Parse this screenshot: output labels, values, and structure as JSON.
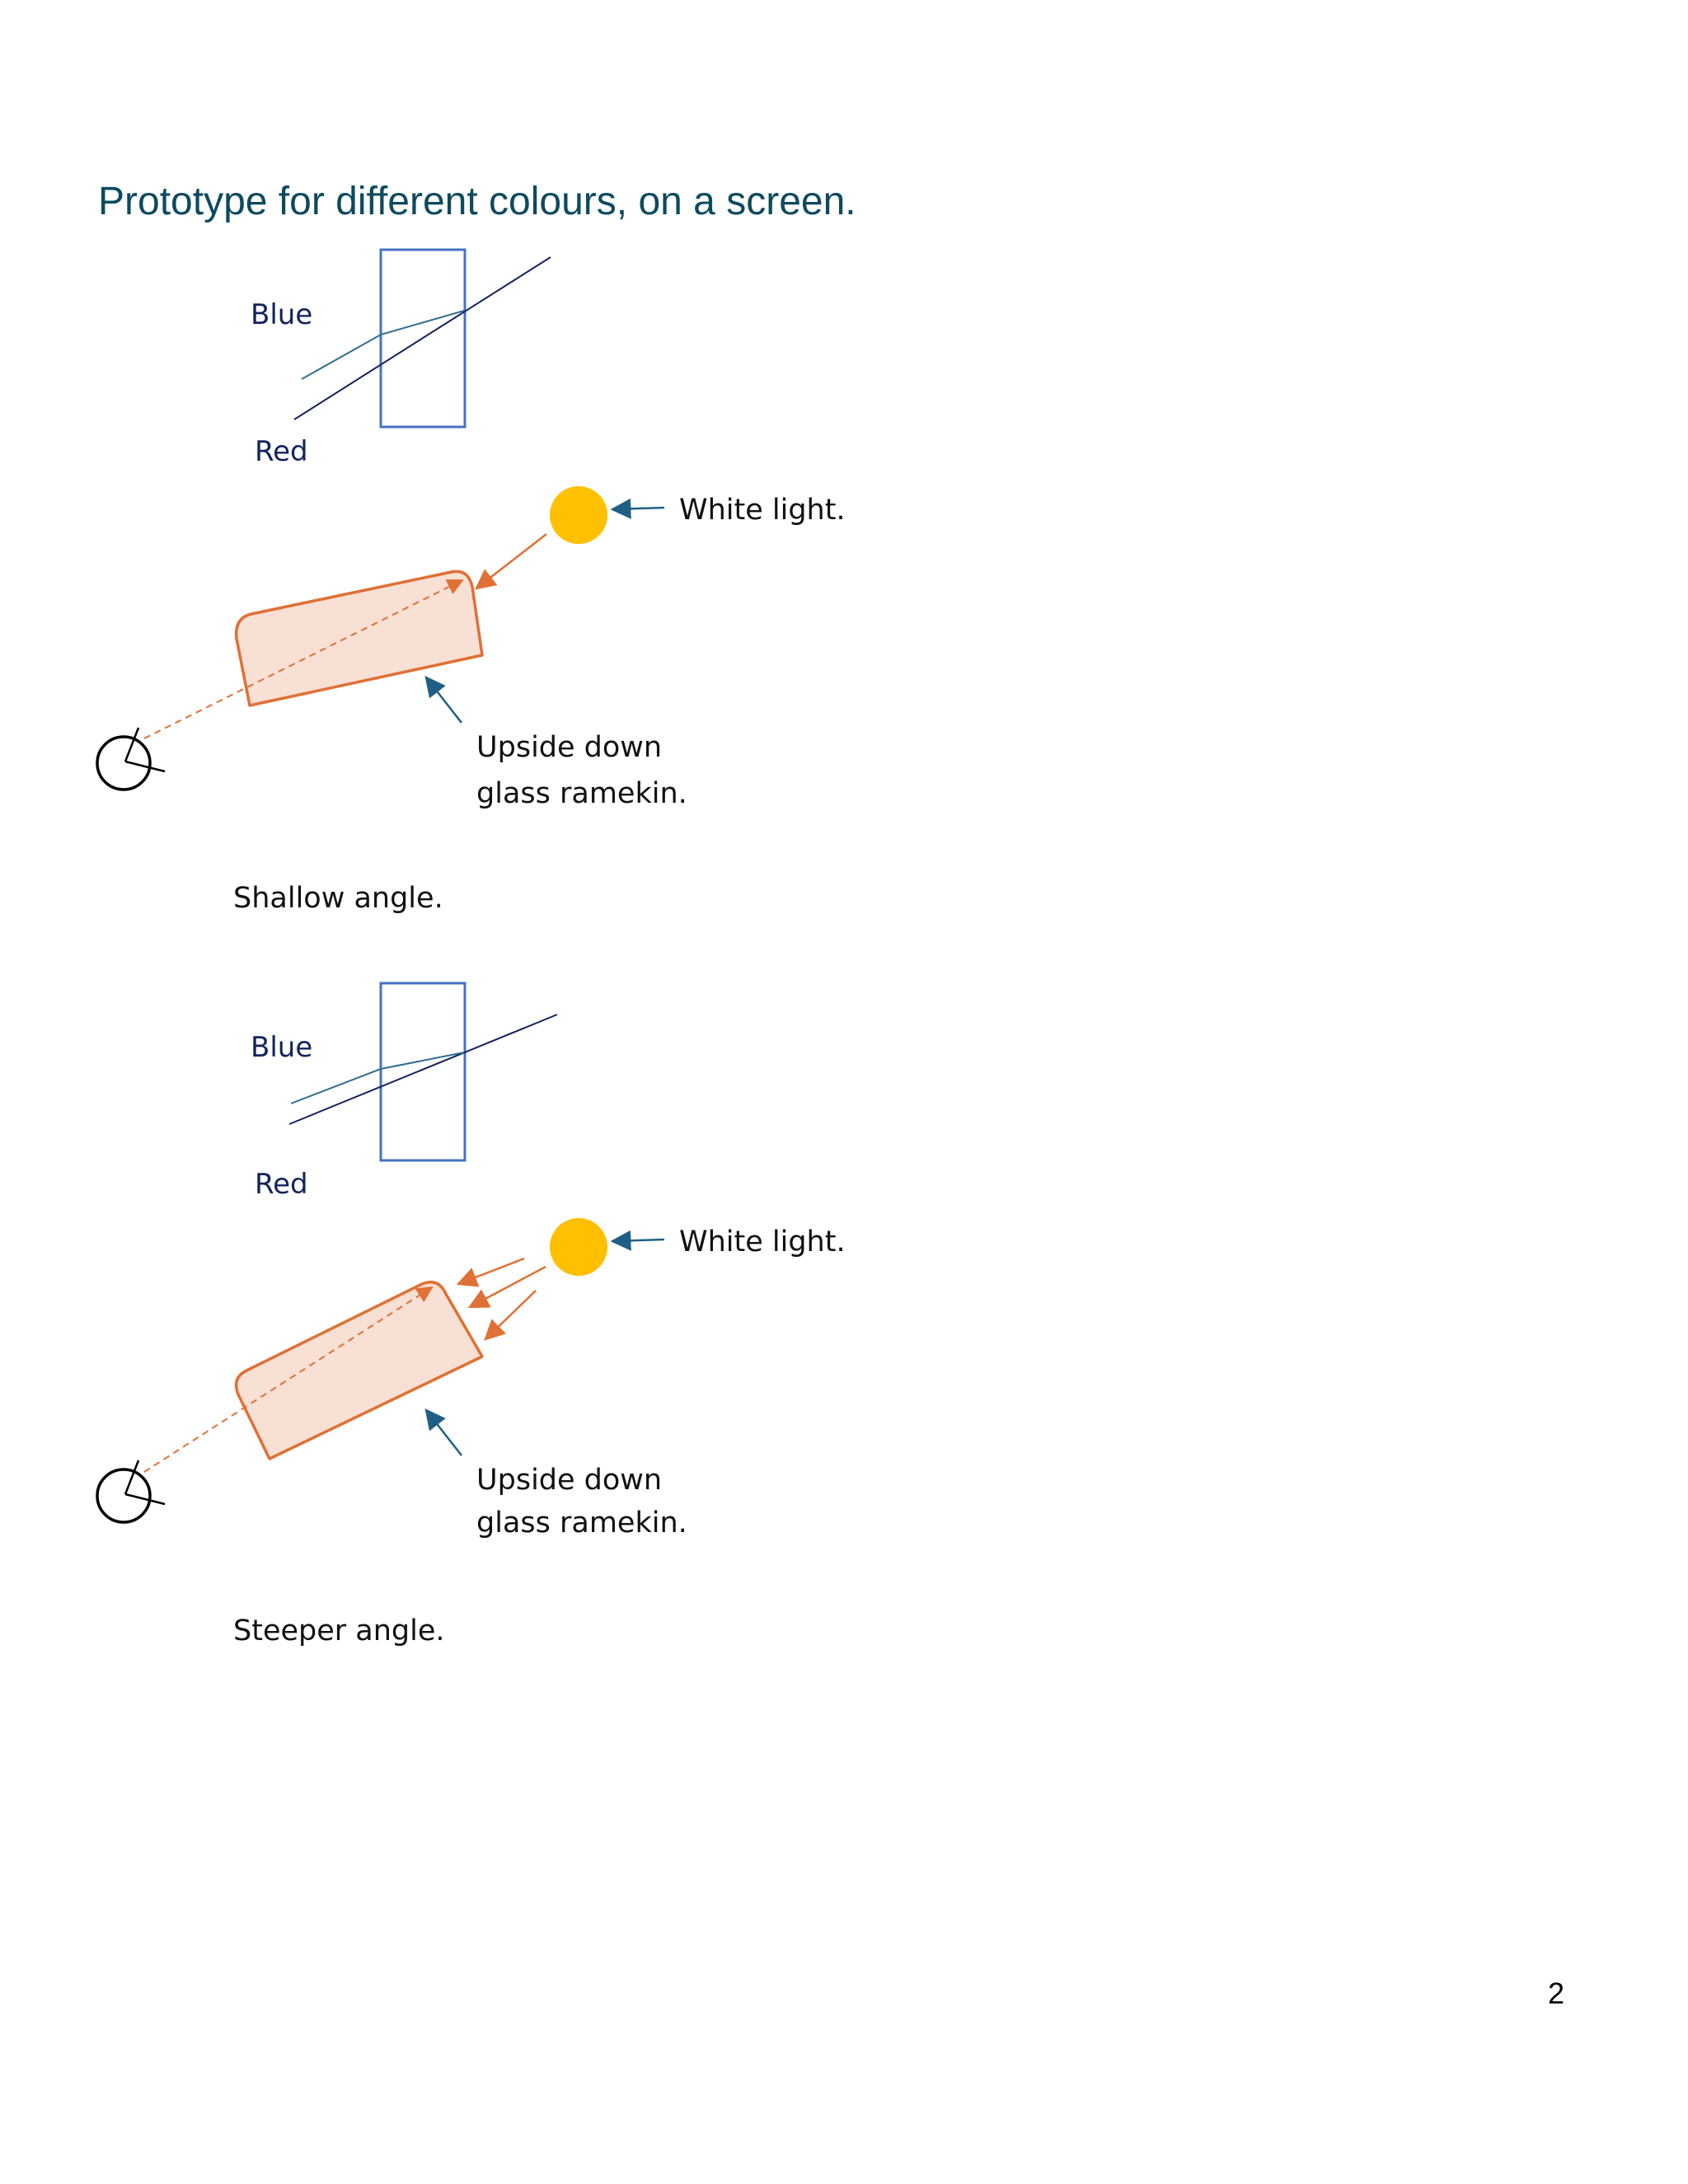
{
  "page": {
    "title": "Prototype for different colours, on a screen.",
    "page_number": "2"
  },
  "diagrams": [
    {
      "blue_label": "Blue",
      "red_label": "Red",
      "light_label": "White light.",
      "ramekin_label_line1": "Upside down",
      "ramekin_label_line2": "glass ramekin.",
      "caption": "Shallow angle."
    },
    {
      "blue_label": "Blue",
      "red_label": "Red",
      "light_label": "White light.",
      "ramekin_label_line1": "Upside down",
      "ramekin_label_line2": "glass ramekin.",
      "caption": "Steeper angle."
    }
  ],
  "colors": {
    "title": "#0e4a5e",
    "screen_outline": "#4472c4",
    "ramekin_fill": "#f9e0d4",
    "ramekin_stroke": "#e07035",
    "light_source": "#ffc000",
    "pointer_arrow": "#1f5f86",
    "red_ray": "#13235e",
    "blue_ray": "#2e6e8e"
  },
  "icons": {
    "light": "sun-circle",
    "viewer": "eye-icon"
  }
}
